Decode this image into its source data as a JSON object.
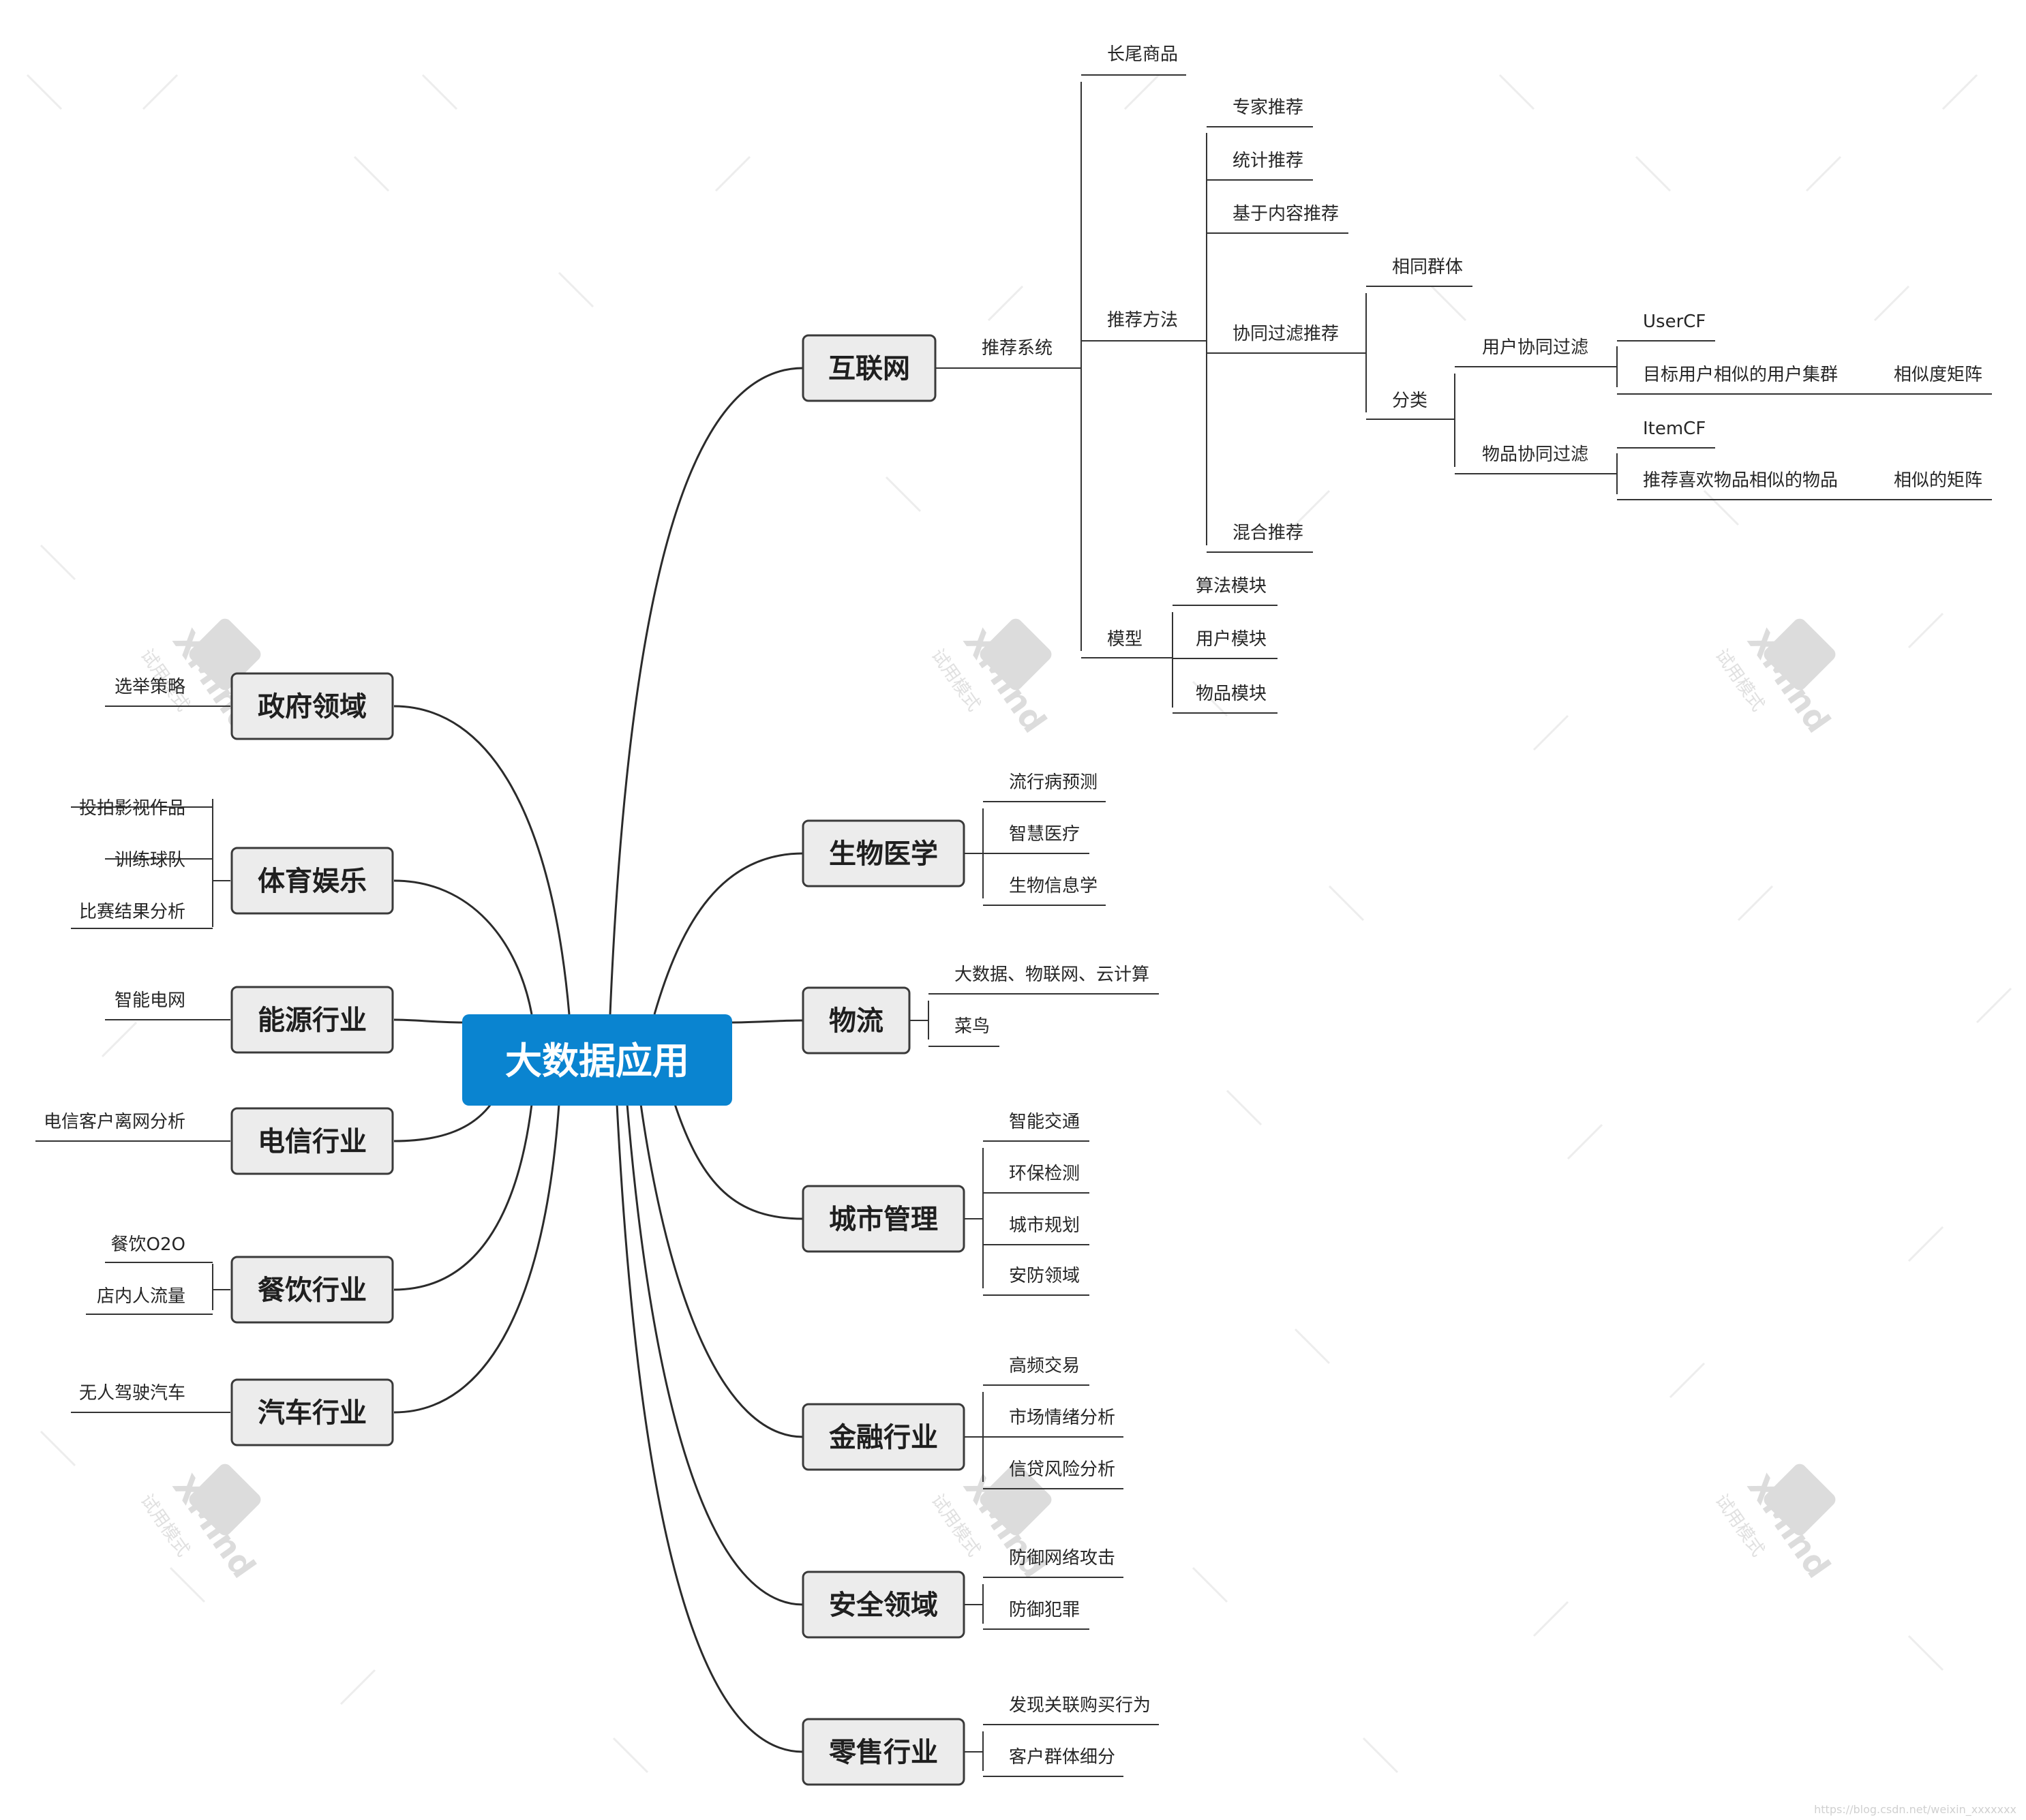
{
  "center": "大数据应用",
  "right": {
    "internet": {
      "label": "互联网",
      "recsys": "推荐系统",
      "long_tail": "长尾商品",
      "methods": "推荐方法",
      "expert": "专家推荐",
      "stats": "统计推荐",
      "content": "基于内容推荐",
      "cf": "协同过滤推荐",
      "same_group": "相同群体",
      "classify": "分类",
      "user_cf": "用户协同过滤",
      "usercf_tag": "UserCF",
      "target_users": "目标用户相似的用户集群",
      "sim_matrix": "相似度矩阵",
      "item_cf": "物品协同过滤",
      "itemcf_tag": "ItemCF",
      "rec_items": "推荐喜欢物品相似的物品",
      "sim_matrix2": "相似的矩阵",
      "hybrid": "混合推荐",
      "model": "模型",
      "algo": "算法模块",
      "user_mod": "用户模块",
      "item_mod": "物品模块"
    },
    "biomed": {
      "label": "生物医学",
      "items": [
        "流行病预测",
        "智慧医疗",
        "生物信息学"
      ]
    },
    "logistics": {
      "label": "物流",
      "items": [
        "大数据、物联网、云计算",
        "菜鸟"
      ]
    },
    "city": {
      "label": "城市管理",
      "items": [
        "智能交通",
        "环保检测",
        "城市规划",
        "安防领域"
      ]
    },
    "finance": {
      "label": "金融行业",
      "items": [
        "高频交易",
        "市场情绪分析",
        "信贷风险分析"
      ]
    },
    "security": {
      "label": "安全领域",
      "items": [
        "防御网络攻击",
        "防御犯罪"
      ]
    },
    "retail": {
      "label": "零售行业",
      "items": [
        "发现关联购买行为",
        "客户群体细分"
      ]
    }
  },
  "left": {
    "gov": {
      "label": "政府领域",
      "items": [
        "选举策略"
      ]
    },
    "sports": {
      "label": "体育娱乐",
      "items": [
        "投拍影视作品",
        "训练球队",
        "比赛结果分析"
      ]
    },
    "energy": {
      "label": "能源行业",
      "items": [
        "智能电网"
      ]
    },
    "telecom": {
      "label": "电信行业",
      "items": [
        "电信客户离网分析"
      ]
    },
    "catering": {
      "label": "餐饮行业",
      "items": [
        "餐饮O2O",
        "店内人流量"
      ]
    },
    "auto": {
      "label": "汽车行业",
      "items": [
        "无人驾驶汽车"
      ]
    }
  },
  "watermark": {
    "brand": "XMind",
    "sub": "试用模式"
  },
  "credit": "https://blog.csdn.net/weixin_xxxxxxx",
  "colors": {
    "center": "#0a84d0",
    "topic_fill": "#ececec",
    "line": "#2b2b2b"
  }
}
